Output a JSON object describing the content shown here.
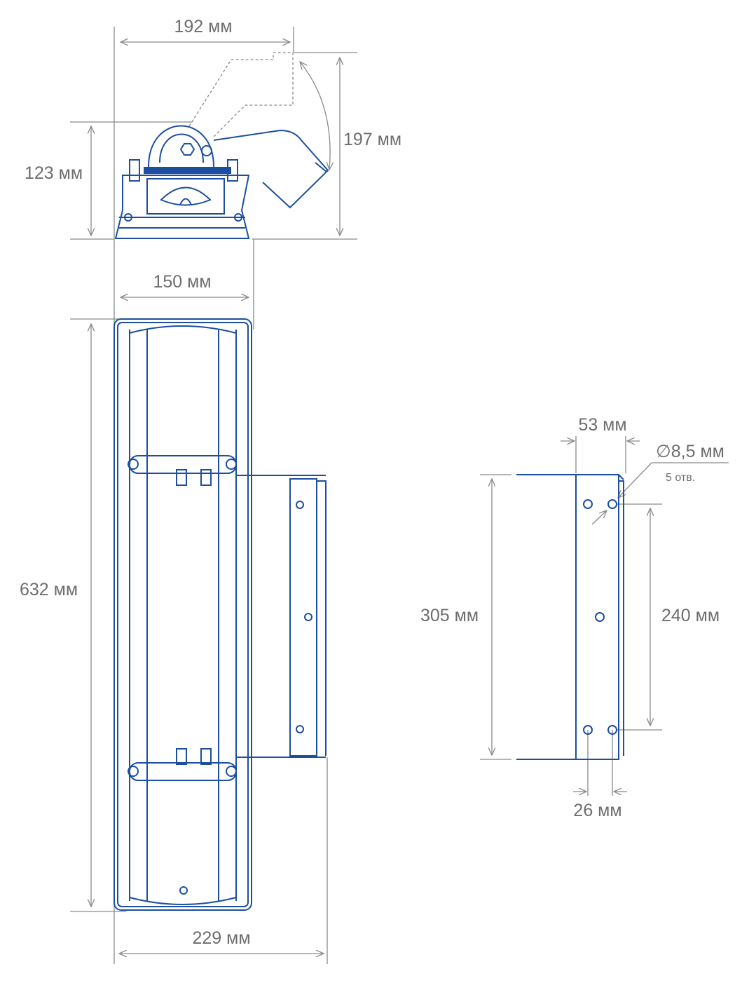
{
  "dimensions": {
    "top_width": "192 мм",
    "top_height_angle": "197 мм",
    "body_height": "123 мм",
    "body_width": "150 мм",
    "length": "632 мм",
    "total_width": "229 мм",
    "bracket_width": "53 мм",
    "hole_diameter": "∅8,5 мм",
    "hole_count": "5 отв.",
    "bracket_length": "305 мм",
    "hole_spacing_vertical": "240 мм",
    "hole_spacing_horizontal": "26 мм"
  },
  "colors": {
    "drawing": "#1c4fa0",
    "dimension": "#8a8a8a"
  }
}
